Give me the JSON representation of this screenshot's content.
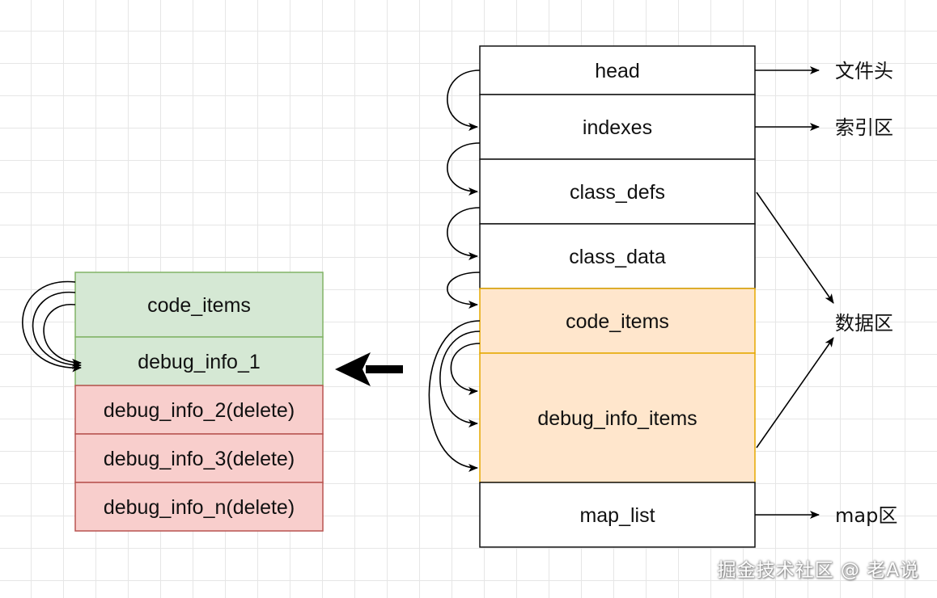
{
  "right_stack": {
    "head": "head",
    "indexes": "indexes",
    "class_defs": "class_defs",
    "class_data": "class_data",
    "code_items": "code_items",
    "debug_info_items": "debug_info_items",
    "map_list": "map_list"
  },
  "left_stack": {
    "code_items": "code_items",
    "debug_info_1": "debug_info_1",
    "debug_info_2": "debug_info_2(delete)",
    "debug_info_3": "debug_info_3(delete)",
    "debug_info_n": "debug_info_n(delete)"
  },
  "labels": {
    "file_header": "文件头",
    "index_area": "索引区",
    "data_area": "数据区",
    "map_area": "map区"
  },
  "watermark": "掘金技术社区 @ 老A说",
  "colors": {
    "green_fill": "#d5e8d4",
    "green_stroke": "#82b366",
    "red_fill": "#f8cecc",
    "red_stroke": "#b85450",
    "orange_fill": "#ffe6cc",
    "orange_stroke": "#e5a800"
  }
}
